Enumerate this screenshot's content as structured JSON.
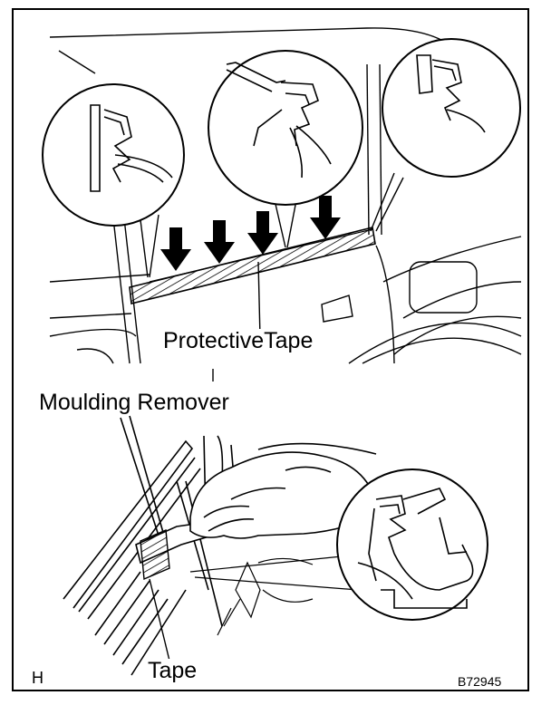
{
  "labels": {
    "protective_tape": "ProtectiveTape",
    "moulding_remover": "Moulding Remover",
    "tape": "Tape",
    "section_letter": "H",
    "figure_code": "B72945"
  },
  "colors": {
    "line": "#000000",
    "background": "#ffffff"
  },
  "icons": [
    "down-arrow-icon",
    "clip-detail-icon"
  ]
}
